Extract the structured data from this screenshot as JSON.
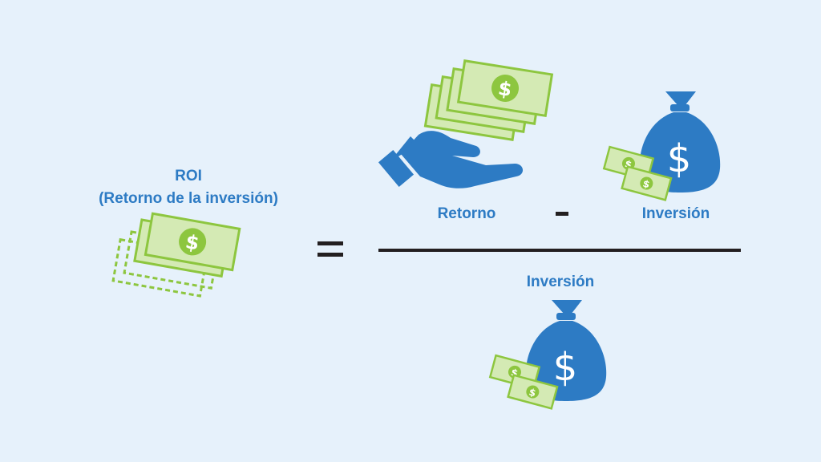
{
  "roi": {
    "title": "ROI",
    "subtitle": "(Retorno de la inversión)"
  },
  "numerator": {
    "left_label": "Retorno",
    "right_label": "Inversión"
  },
  "denominator": {
    "label": "Inversión"
  },
  "colors": {
    "background": "#e6f1fb",
    "label_blue": "#2d7bc4",
    "icon_blue": "#2d7bc4",
    "bill_green": "#8dc63f",
    "bill_fill": "#d4eab4",
    "line": "#231f20"
  },
  "icons": {
    "roi": "dashed-bills-icon",
    "retorno": "hand-receiving-money-icon",
    "inversion": "money-bag-with-bills-icon"
  }
}
